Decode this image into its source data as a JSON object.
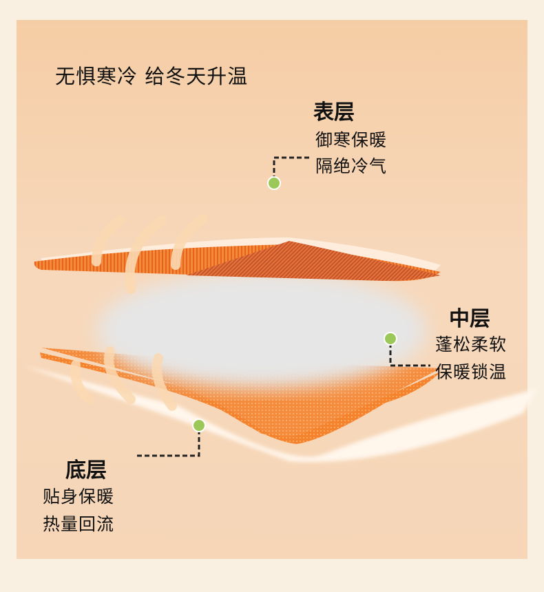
{
  "headline": "无惧寒冷 给冬天升温",
  "layers": {
    "top": {
      "title": "表层",
      "lines": [
        "御寒保暖",
        "隔绝冷气"
      ]
    },
    "middle": {
      "title": "中层",
      "lines": [
        "蓬松柔软",
        "保暖锁温"
      ]
    },
    "bottom": {
      "title": "底层",
      "lines": [
        "贴身保暖",
        "热量回流"
      ]
    }
  },
  "colors": {
    "frame": "#faf0e2",
    "panel": "#f5cfa8",
    "fabric": "#f07a2c",
    "dot": "#9cc85a",
    "fill": "#e4e4e4"
  }
}
